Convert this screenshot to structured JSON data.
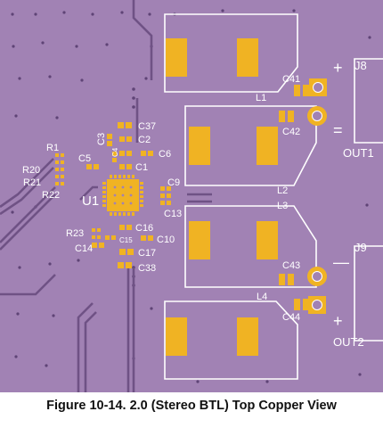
{
  "board": {
    "background_color": "#a182b4",
    "pad_color": "#f0b323",
    "silk_color": "#ffffff",
    "trace_color": "#6f5285"
  },
  "labels": {
    "u1": "U1",
    "r1": "R1",
    "r20": "R20",
    "r21": "R21",
    "r22": "R22",
    "r23": "R23",
    "c2": "C2",
    "c3": "C3",
    "c4": "C4",
    "c5": "C5",
    "c6": "C6",
    "c1": "C1",
    "c37": "C37",
    "c9": "C9",
    "c13": "C13",
    "c14": "C14",
    "c15": "C15",
    "c16": "C16",
    "c10": "C10",
    "c17": "C17",
    "c38": "C38",
    "c41": "C41",
    "c42": "C42",
    "c43": "C43",
    "c44": "C44",
    "l1": "L1",
    "l2": "L2",
    "l3": "L3",
    "l4": "L4",
    "j8": "J8",
    "j9": "J9",
    "out1": "OUT1",
    "out2": "OUT2",
    "plus_top": "+",
    "minus_top": "=",
    "minus_bottom": "—",
    "plus_bottom": "+"
  },
  "caption": "Figure 10-14. 2.0 (Stereo BTL) Top Copper View"
}
